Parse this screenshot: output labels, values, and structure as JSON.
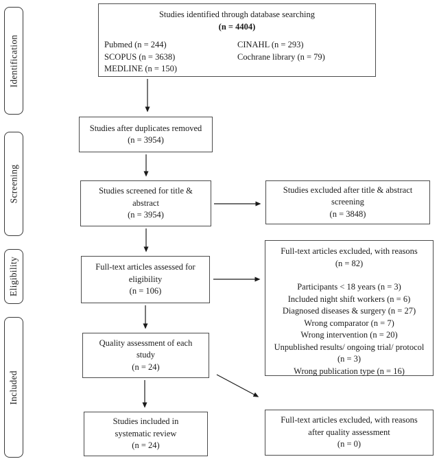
{
  "palette": {
    "box_border": "#4a4a4a",
    "stage_border": "#383838",
    "text": "#1a1a1a",
    "background": "#ffffff",
    "arrow": "#1a1a1a"
  },
  "stages": [
    {
      "label": "Identification"
    },
    {
      "label": "Screening"
    },
    {
      "label": "Eligibility"
    },
    {
      "label": "Included"
    }
  ],
  "boxes": {
    "identified": {
      "title": "Studies identified through database searching",
      "count": "(n = 4404)",
      "sources_col1": [
        "Pubmed (n = 244)",
        "SCOPUS (n = 3638)",
        "MEDLINE (n = 150)"
      ],
      "sources_col2": [
        "CINAHL (n = 293)",
        "Cochrane library (n = 79)"
      ]
    },
    "duplicates_removed": {
      "lines": [
        "Studies after duplicates removed",
        "(n = 3954)"
      ]
    },
    "screened": {
      "lines": [
        "Studies screened for title &",
        "abstract",
        "(n = 3954)"
      ]
    },
    "excluded_screening": {
      "lines": [
        "Studies excluded after title & abstract",
        "screening",
        "(n = 3848)"
      ]
    },
    "fulltext_assessed": {
      "lines": [
        "Full-text articles assessed for",
        "eligibility",
        "(n = 106)"
      ]
    },
    "excluded_fulltext": {
      "header": [
        "Full-text articles excluded, with reasons",
        "(n = 82)"
      ],
      "reasons": [
        "Participants < 18 years (n = 3)",
        "Included night shift workers (n = 6)",
        "Diagnosed diseases & surgery (n = 27)",
        "Wrong comparator (n = 7)",
        "Wrong intervention (n = 20)",
        "Unpublished results/ ongoing trial/ protocol\n(n = 3)",
        "Wrong publication type (n = 16)"
      ]
    },
    "quality_assessment": {
      "lines": [
        "Quality assessment of each",
        "study",
        "(n = 24)"
      ]
    },
    "included_review": {
      "lines": [
        "Studies included in",
        "systematic review",
        "(n = 24)"
      ]
    },
    "excluded_quality": {
      "lines": [
        "Full-text articles excluded, with reasons",
        "after quality assessment",
        "(n = 0)"
      ]
    }
  }
}
